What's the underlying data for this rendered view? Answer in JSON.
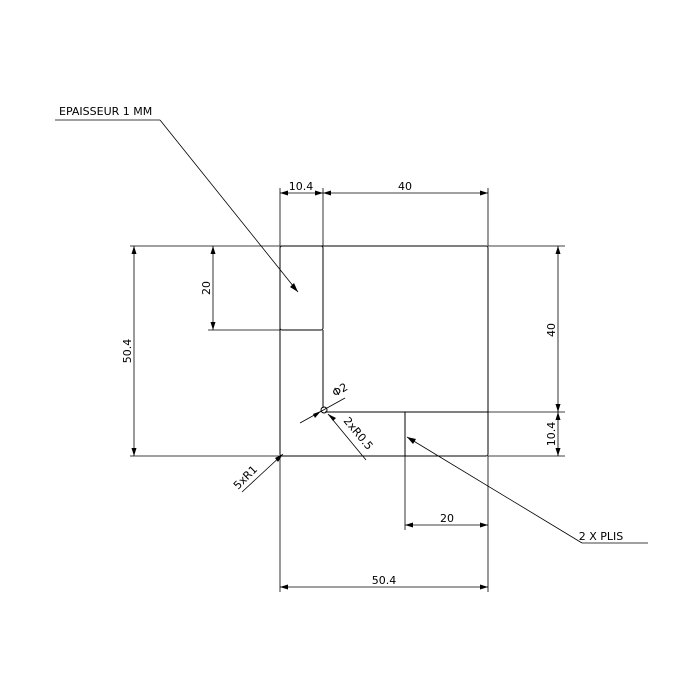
{
  "notes": {
    "thickness": "EPAISSEUR 1 MM",
    "folds": "2 X PLIS"
  },
  "dims": {
    "top_left": "10.4",
    "top_right": "40",
    "left_tab": "20",
    "left_total": "50.4",
    "right_top": "40",
    "right_bottom": "10.4",
    "bottom_tab": "20",
    "bottom_total": "50.4",
    "hole": "Φ2",
    "relief": "2xR0.5",
    "corners": "5xR1"
  }
}
